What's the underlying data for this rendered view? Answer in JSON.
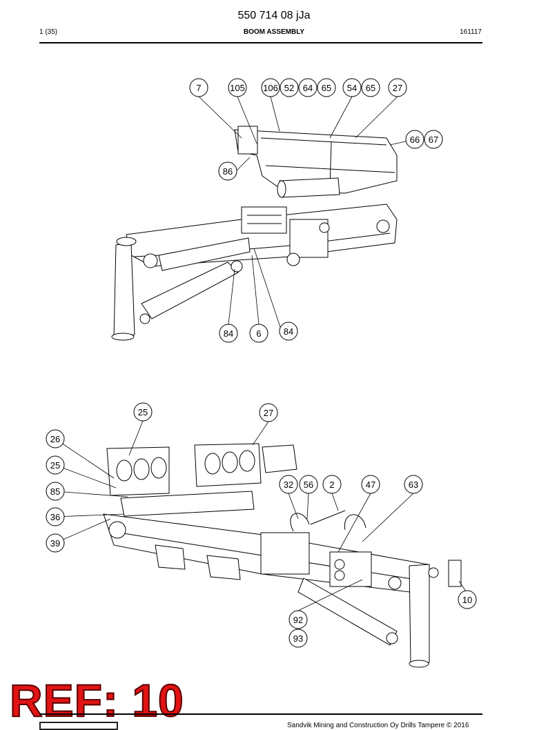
{
  "header": {
    "doc_number": "550 714 08 jJa",
    "page": "1 (35)",
    "title": "BOOM ASSEMBLY",
    "date": "161117"
  },
  "callouts": {
    "top": [
      "7",
      "105",
      "106",
      "52",
      "64",
      "65",
      "54",
      "65",
      "27",
      "66",
      "67",
      "86",
      "84",
      "6",
      "84"
    ],
    "bottom": [
      "25",
      "27",
      "26",
      "25",
      "85",
      "36",
      "39",
      "32",
      "56",
      "2",
      "47",
      "63",
      "10",
      "92",
      "93"
    ]
  },
  "stamp": {
    "ref_label": "REF: 10"
  },
  "footer": {
    "copyright": "Sandvik Mining and Construction Oy Drills Tampere © 2016"
  },
  "colors": {
    "line": "#000000",
    "stamp_fill": "#e01414",
    "stamp_outline": "#5a0000"
  }
}
